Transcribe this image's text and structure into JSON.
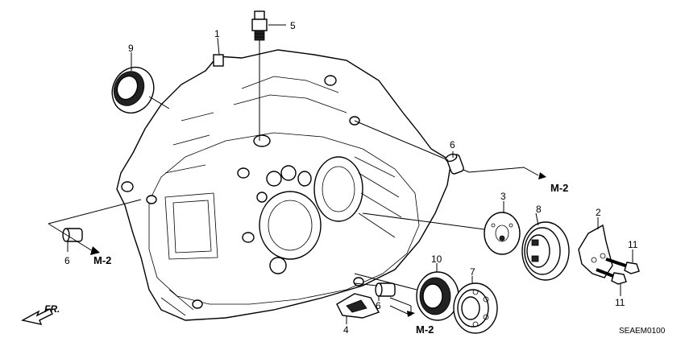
{
  "callouts": {
    "c1": "1",
    "c2": "2",
    "c3": "3",
    "c4": "4",
    "c5": "5",
    "c6a": "6",
    "c6b": "6",
    "c6c": "6",
    "c7": "7",
    "c8": "8",
    "c9": "9",
    "c10": "10",
    "c11a": "11",
    "c11b": "11"
  },
  "refs": {
    "r1": "M-2",
    "r2": "M-2",
    "r3": "M-2"
  },
  "direction_label": "FR.",
  "diagram_code": "SEAEM0100"
}
